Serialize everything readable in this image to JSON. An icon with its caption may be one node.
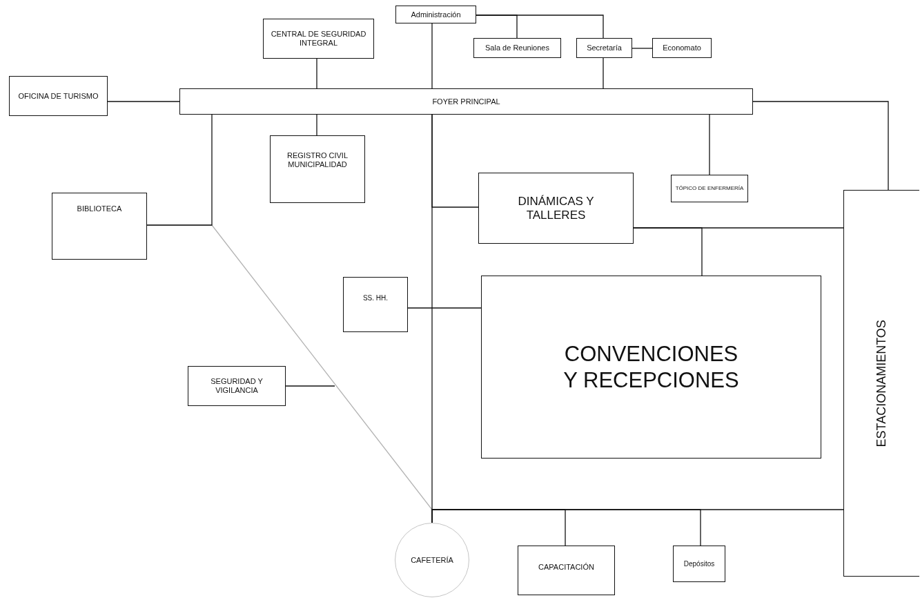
{
  "diagram": {
    "nodes": [
      {
        "text": [
          "Administración"
        ]
      },
      {
        "text": [
          "CENTRAL DE SEGURIDAD INTEGRAL"
        ]
      },
      {
        "text": [
          "Sala de Reuniones"
        ]
      },
      {
        "text": [
          "Secretaría"
        ]
      },
      {
        "text": [
          "Economato"
        ]
      },
      {
        "text": [
          "OFICINA DE TURISMO"
        ]
      },
      {
        "text": [
          "FOYER PRINCIPAL"
        ]
      },
      {
        "text": [
          "REGISTRO CIVIL MUNICIPALIDAD"
        ]
      },
      {
        "text": [
          "TÓPICO DE ENFERMERÍA"
        ]
      },
      {
        "text": [
          "BIBLIOTECA"
        ]
      },
      {
        "text": [
          "DINÁMICAS Y TALLERES"
        ]
      },
      {
        "text": [
          "ESTACIONAMIENTOS"
        ]
      },
      {
        "text": [
          "SS. HH."
        ]
      },
      {
        "text": [
          "CONVENCIONES Y RECEPCIONES"
        ]
      },
      {
        "text": [
          "SEGURIDAD Y VIGILANCIA"
        ]
      },
      {
        "text": [
          "CAFETERÍA"
        ]
      },
      {
        "text": [
          "CAPACITACIÓN"
        ]
      },
      {
        "text": [
          "Depósitos"
        ]
      }
    ],
    "edges": [
      {
        "from": 0,
        "to": 6,
        "arrow": "none"
      },
      {
        "from": 0,
        "to": 2,
        "arrow": "none"
      },
      {
        "from": 0,
        "to": 3,
        "arrow": "none"
      },
      {
        "from": 3,
        "to": 4,
        "arrow": "none"
      },
      {
        "from": 3,
        "to": 6,
        "arrow": "none"
      },
      {
        "from": 1,
        "to": 6,
        "arrow": "none"
      },
      {
        "from": 5,
        "to": 6,
        "arrow": "none"
      },
      {
        "from": 6,
        "to": 7,
        "arrow": "none"
      },
      {
        "from": 6,
        "to": 8,
        "arrow": "none"
      },
      {
        "from": 6,
        "to": 11,
        "arrow": "none"
      },
      {
        "from": 6,
        "to": 9,
        "arrow": "none"
      },
      {
        "from": 6,
        "to": 10,
        "arrow": "none"
      },
      {
        "from": 10,
        "to": 11,
        "arrow": "none"
      },
      {
        "from": 10,
        "to": 13,
        "arrow": "none"
      },
      {
        "from": 12,
        "to": 13,
        "arrow": "none"
      },
      {
        "from": 6,
        "to": 15,
        "arrow": "none"
      },
      {
        "from": 15,
        "to": 11,
        "arrow": "none"
      },
      {
        "from": 15,
        "to": 16,
        "arrow": "none"
      },
      {
        "from": 15,
        "to": 17,
        "arrow": "none"
      },
      {
        "from": 14,
        "to": null,
        "arrow": "none"
      },
      {
        "from": 9,
        "to": 15,
        "arrow": "none",
        "color": "#b4b4b4"
      }
    ]
  }
}
